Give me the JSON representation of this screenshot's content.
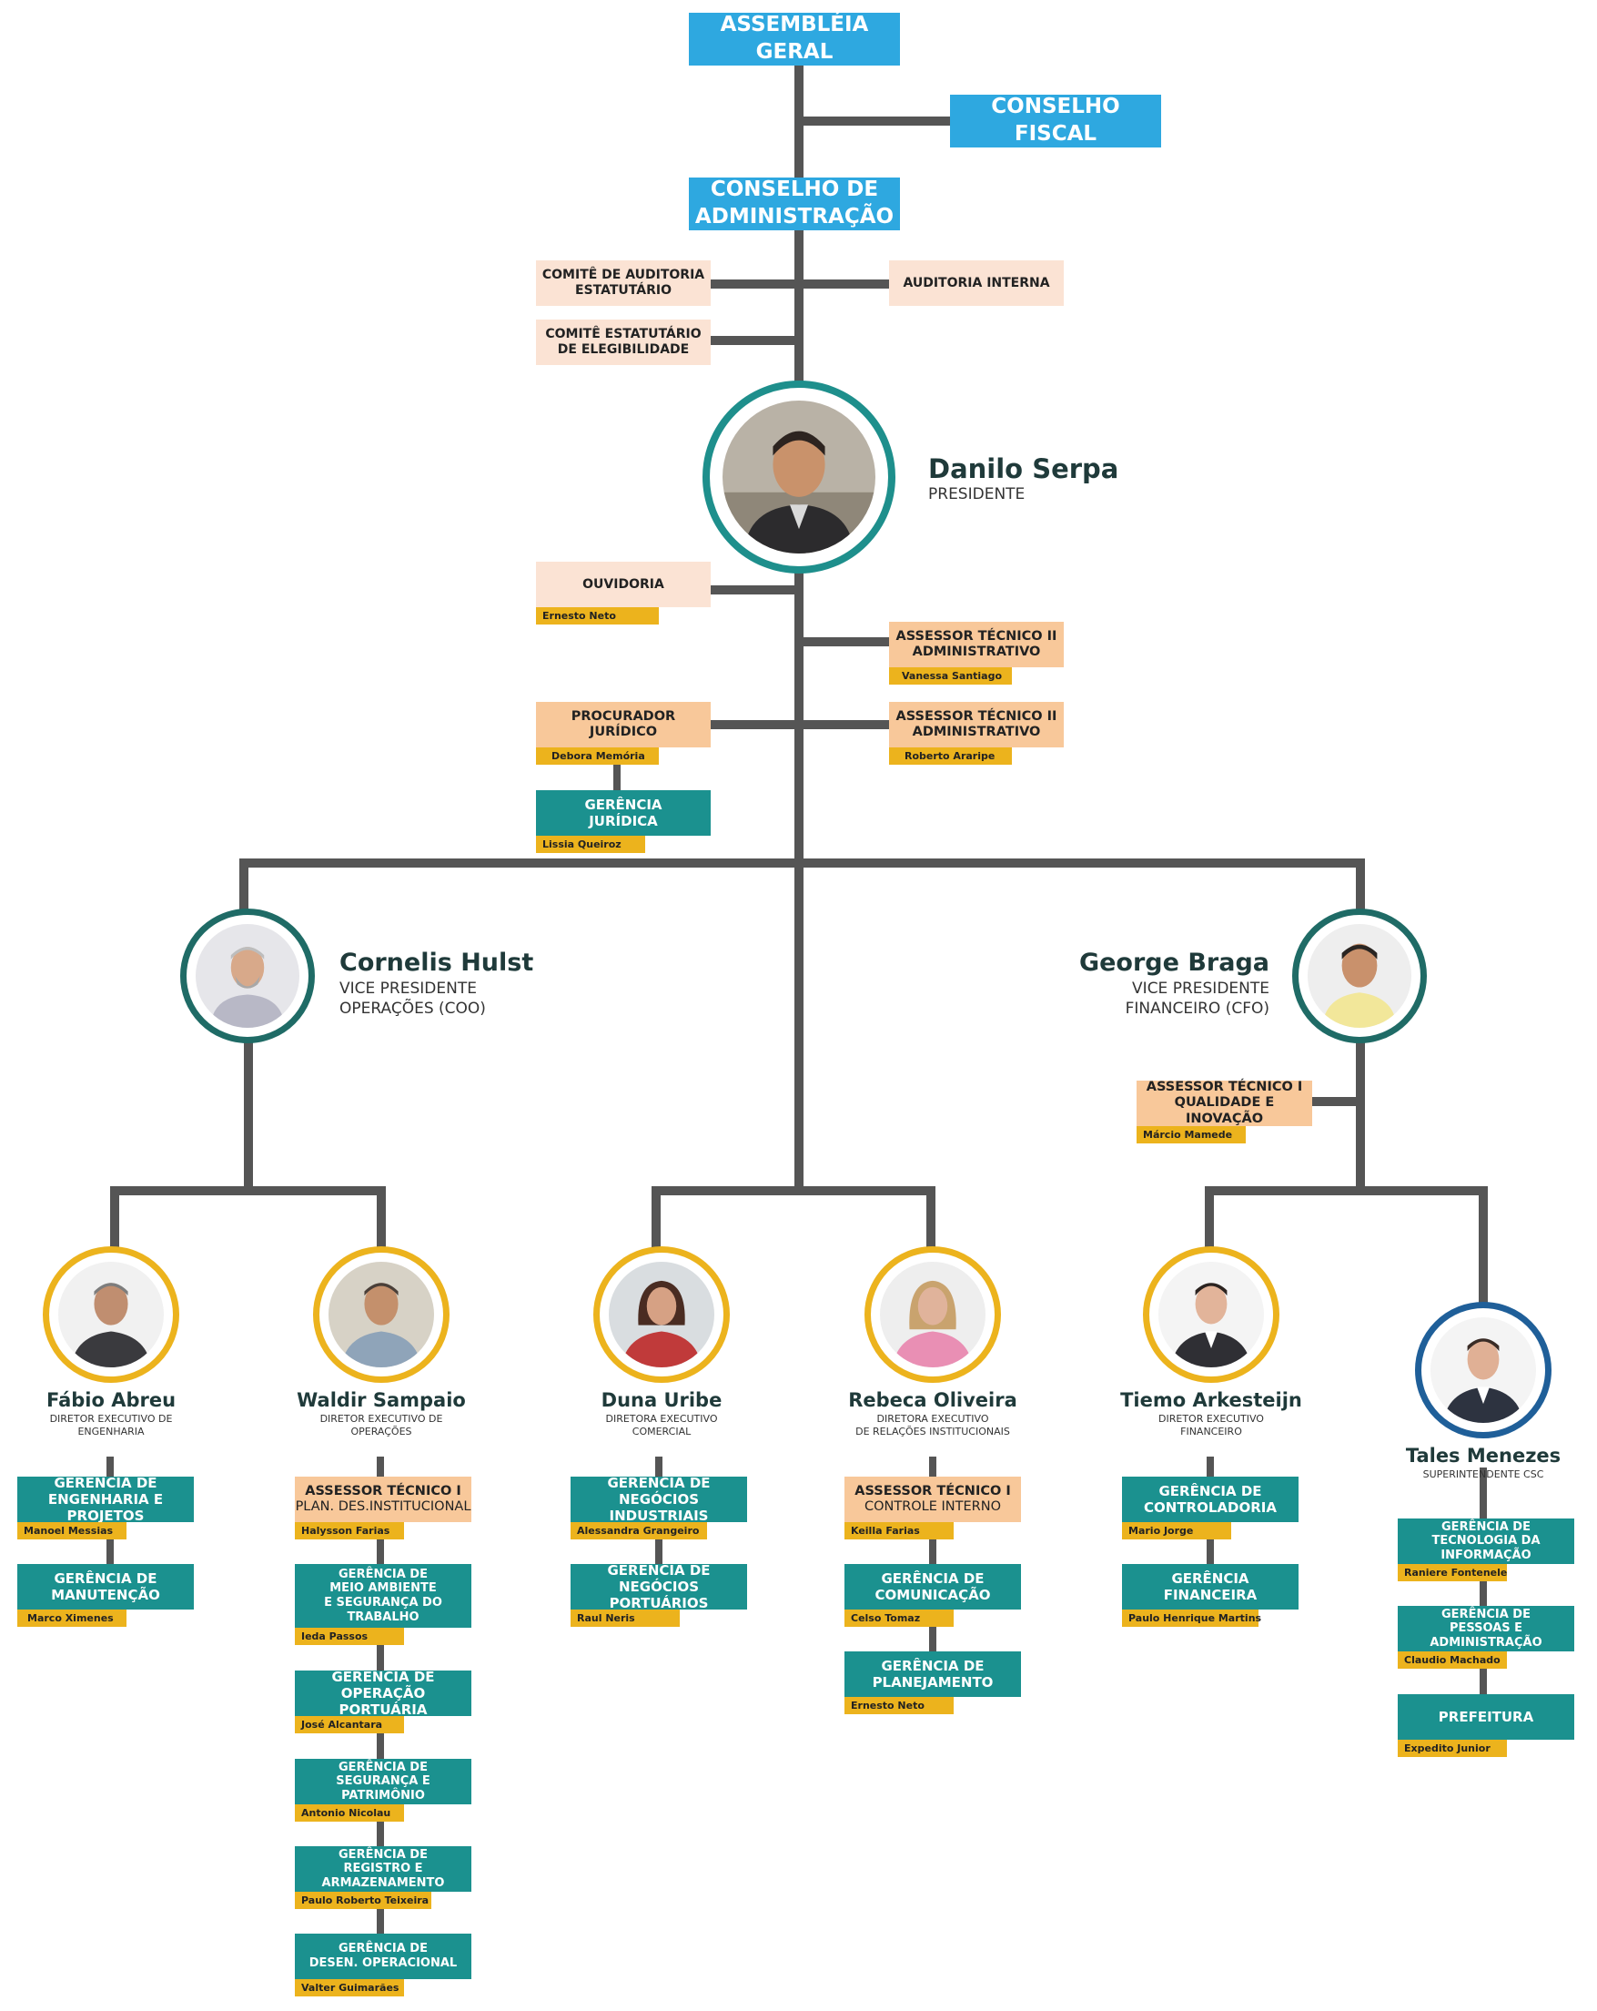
{
  "governance": {
    "assembleia": [
      "ASSEMBLÉIA",
      "GERAL"
    ],
    "conselho_fiscal": [
      "CONSELHO",
      "FISCAL"
    ],
    "conselho_admin": [
      "CONSELHO DE",
      "ADMINISTRAÇÃO"
    ],
    "comite_auditoria": [
      "COMITÊ DE AUDITORIA",
      "ESTATUTÁRIO"
    ],
    "comite_elegibilidade": [
      "COMITÊ ESTATUTÁRIO",
      "DE ELEGIBILIDADE"
    ],
    "auditoria_interna": "AUDITORIA INTERNA"
  },
  "president": {
    "name": "Danilo Serpa",
    "title": "PRESIDENTE"
  },
  "president_units": {
    "ouvidoria": {
      "label": "OUVIDORIA",
      "person": "Ernesto Neto"
    },
    "assessor1": {
      "label": [
        "ASSESSOR TÉCNICO II",
        "ADMINISTRATIVO"
      ],
      "person": "Vanessa Santiago"
    },
    "procurador": {
      "label": [
        "PROCURADOR",
        "JURÍDICO"
      ],
      "person": "Debora Memória"
    },
    "assessor2": {
      "label": [
        "ASSESSOR TÉCNICO II",
        "ADMINISTRATIVO"
      ],
      "person": "Roberto Araripe"
    },
    "juridica": {
      "label": [
        "GERÊNCIA",
        "JURÍDICA"
      ],
      "person": "Lissia Queiroz"
    }
  },
  "vps": {
    "coo": {
      "name": "Cornelis Hulst",
      "title": [
        "VICE PRESIDENTE",
        "OPERAÇÕES (COO)"
      ]
    },
    "cfo": {
      "name": "George Braga",
      "title": [
        "VICE PRESIDENTE",
        "FINANCEIRO (CFO)"
      ]
    }
  },
  "cfo_assessor": {
    "label": [
      "ASSESSOR TÉCNICO I",
      "QUALIDADE E INOVAÇÃO"
    ],
    "person": "Márcio Mamede"
  },
  "directors": {
    "fabio": {
      "name": "Fábio Abreu",
      "title": [
        "DIRETOR EXECUTIVO DE",
        "ENGENHARIA"
      ]
    },
    "waldir": {
      "name": "Waldir Sampaio",
      "title": [
        "DIRETOR EXECUTIVO DE",
        "OPERAÇÕES"
      ]
    },
    "duna": {
      "name": "Duna Uribe",
      "title": [
        "DIRETORA EXECUTIVO",
        "COMERCIAL"
      ]
    },
    "rebeca": {
      "name": "Rebeca Oliveira",
      "title": [
        "DIRETORA EXECUTIVO",
        "DE RELAÇÕES INSTITUCIONAIS"
      ]
    },
    "tiemo": {
      "name": "Tiemo Arkesteijn",
      "title": [
        "DIRETOR EXECUTIVO",
        "FINANCEIRO"
      ]
    },
    "tales": {
      "name": "Tales Menezes",
      "title": [
        "SUPERINTENDENTE CSC"
      ]
    }
  },
  "units": {
    "fabio": [
      {
        "label": [
          "GERÊNCIA DE",
          "ENGENHARIA E PROJETOS"
        ],
        "person": "Manoel Messias"
      },
      {
        "label": [
          "GERÊNCIA DE",
          "MANUTENÇÃO"
        ],
        "person": "Marco Ximenes"
      }
    ],
    "waldir": [
      {
        "label": [
          "ASSESSOR  TÉCNICO I",
          "PLAN. DES.INSTITUCIONAL"
        ],
        "person": "Halysson Farias"
      },
      {
        "label": [
          "GERÊNCIA DE",
          "MEIO AMBIENTE",
          "E SEGURANÇA DO TRABALHO"
        ],
        "person": "Ieda Passos"
      },
      {
        "label": [
          "GERÊNCIA DE",
          "OPERAÇÃO PORTUÁRIA"
        ],
        "person": "José Alcantara"
      },
      {
        "label": [
          "GERÊNCIA DE",
          "SEGURANÇA E PATRIMÔNIO"
        ],
        "person": "Antonio Nicolau"
      },
      {
        "label": [
          "GERÊNCIA DE",
          "REGISTRO E ARMAZENAMENTO"
        ],
        "person": "Paulo Roberto Teixeira"
      },
      {
        "label": [
          "GERÊNCIA DE",
          "DESEN. OPERACIONAL"
        ],
        "person": "Valter Guimarães"
      }
    ],
    "duna": [
      {
        "label": [
          "GERÊNCIA DE",
          "NEGÓCIOS INDUSTRIAIS"
        ],
        "person": "Alessandra Grangeiro"
      },
      {
        "label": [
          "GERÊNCIA DE",
          "NEGÓCIOS PORTUÁRIOS"
        ],
        "person": "Raul Neris"
      }
    ],
    "rebeca": [
      {
        "label": [
          "ASSESSOR TÉCNICO I",
          "CONTROLE INTERNO"
        ],
        "person": "Keilla Farias"
      },
      {
        "label": [
          "GERÊNCIA DE",
          "COMUNICAÇÃO"
        ],
        "person": "Celso Tomaz"
      },
      {
        "label": [
          "GERÊNCIA DE",
          "PLANEJAMENTO"
        ],
        "person": "Ernesto Neto"
      }
    ],
    "tiemo": [
      {
        "label": [
          "GERÊNCIA DE",
          "CONTROLADORIA"
        ],
        "person": "Mario Jorge"
      },
      {
        "label": [
          "GERÊNCIA",
          "FINANCEIRA"
        ],
        "person": "Paulo Henrique Martins"
      }
    ],
    "tales": [
      {
        "label": [
          "GERÊNCIA DE",
          "TECNOLOGIA DA INFORMAÇÃO"
        ],
        "person": "Raniere Fontenele"
      },
      {
        "label": [
          "GERÊNCIA DE",
          "PESSOAS E ADMINISTRAÇÃO"
        ],
        "person": "Claudio Machado"
      },
      {
        "label": [
          "PREFEITURA"
        ],
        "person": "Expedito Junior"
      }
    ]
  },
  "colors": {
    "blue": "#2ea8e0",
    "peach": "#fbe3d4",
    "orange": "#f8c89a",
    "teal": "#1b918f",
    "name_tag": "#ecb31d",
    "ring_teal": "#1e8f8c",
    "ring_dark_teal": "#1f6b66",
    "ring_gold": "#ecb31d",
    "ring_navy": "#1f5f99",
    "connector": "#555555"
  }
}
